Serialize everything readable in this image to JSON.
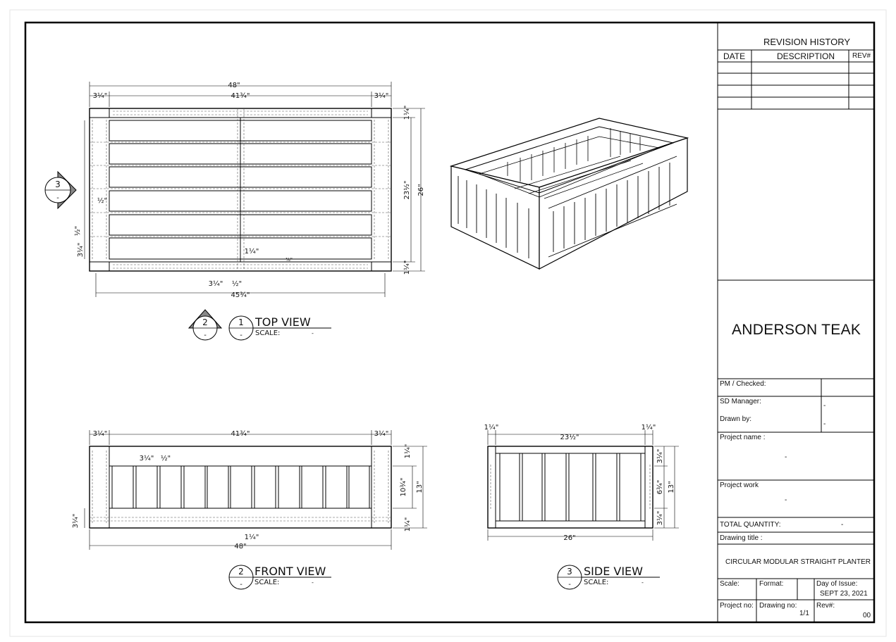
{
  "title_block": {
    "revision_history": "REVISION HISTORY",
    "columns": {
      "date": "DATE",
      "description": "DESCRIPTION",
      "rev": "REV#"
    },
    "company": "ANDERSON TEAK",
    "pm_checked_label": "PM / Checked:",
    "sd_manager_label": "SD Manager:",
    "sd_manager_value": "-",
    "drawn_by_label": "Drawn by:",
    "drawn_by_value": "-",
    "project_name_label": "Project name :",
    "project_name_value": "-",
    "project_work_label": "Project work",
    "project_work_value": "-",
    "total_quantity_label": "TOTAL QUANTITY:",
    "total_quantity_value": "-",
    "drawing_title_label": "Drawing title :",
    "drawing_title_value": "CIRCULAR MODULAR STRAIGHT PLANTER",
    "scale_label": "Scale:",
    "format_label": "Format:",
    "day_of_issue_label": "Day of Issue:",
    "day_of_issue_value": "SEPT 23, 2021",
    "project_no_label": "Project no:",
    "drawing_no_label": "Drawing no:",
    "drawing_no_value": "1/1",
    "rev_label": "Rev#:",
    "rev_value": "00"
  },
  "views": {
    "top": {
      "number": "1",
      "title": "TOP VIEW",
      "scale_label": "SCALE:",
      "scale_value": "-",
      "ref_number": "2",
      "ref_sub": "-",
      "sub": "-"
    },
    "front": {
      "number": "2",
      "title": "FRONT VIEW",
      "scale_label": "SCALE:",
      "scale_value": "-",
      "sub": "-"
    },
    "side": {
      "number": "3",
      "title": "SIDE VIEW",
      "scale_label": "SCALE:",
      "scale_value": "-",
      "sub": "-"
    },
    "section_marker": {
      "number": "3",
      "sub": "-"
    }
  },
  "dimensions": {
    "top_overall_width": "48\"",
    "top_inner_width": "41¾\"",
    "top_left_post": "3¼\"",
    "top_right_post": "3¼\"",
    "top_overall_depth": "26\"",
    "top_inner_depth": "23½\"",
    "top_rail_top": "1¼\"",
    "top_rail_bottom": "1¼\"",
    "top_gap_left": "½\"",
    "top_gap_vert": "½\"",
    "top_post_vert": "3¼\"",
    "top_center_gap": "1¼\"",
    "top_bottom_post": "3¼\"",
    "top_bottom_gap": "½\"",
    "top_bottom_inner": "45¾\"",
    "top_small": "⅜\"",
    "front_left_post": "3¼\"",
    "front_inner_width": "41¾\"",
    "front_right_post": "3¼\"",
    "front_slat": "3¼\"",
    "front_slat_gap": "½\"",
    "front_top_rail": "1¼\"",
    "front_inner_height": "10¾\"",
    "front_overall_height": "13\"",
    "front_bottom_rail": "1¼\"",
    "front_leg": "3¼\"",
    "front_center_gap": "1¼\"",
    "front_overall_width": "48\"",
    "side_left_post": "1¼\"",
    "side_inner_width": "23½\"",
    "side_right_post": "1¼\"",
    "side_top": "3¼\"",
    "side_middle": "6¾\"",
    "side_overall_height": "13\"",
    "side_bottom": "3¼\"",
    "side_overall_width": "26\""
  }
}
